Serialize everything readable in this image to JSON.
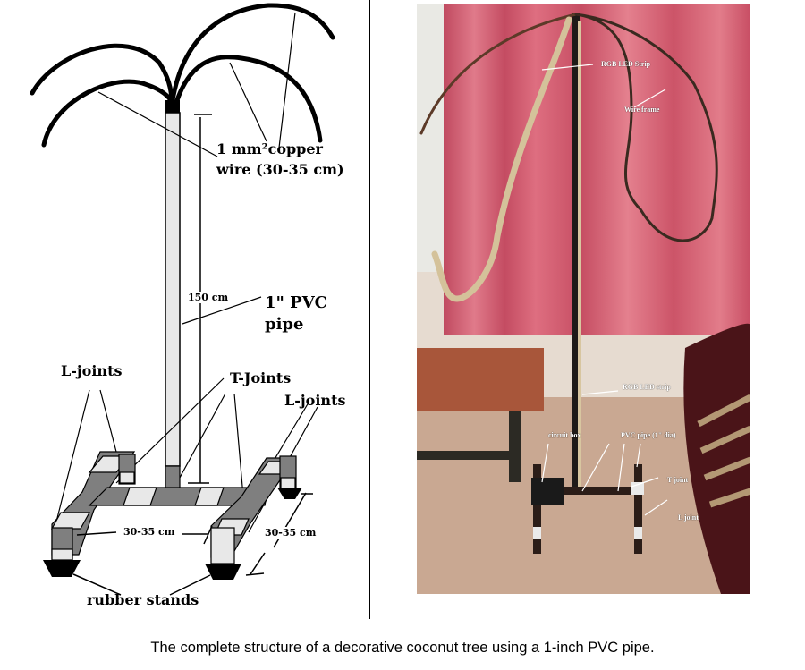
{
  "diagram": {
    "labels": {
      "copper_wire_line1": "1 mm²copper",
      "copper_wire_line2": "wire (30-35 cm)",
      "height": "150 cm",
      "pvc_line1": "1\" PVC",
      "pvc_line2": "pipe",
      "l_joints_left": "L-joints",
      "t_joints": "T-Joints",
      "l_joints_right": "L-joints",
      "width_front": "30-35 cm",
      "width_side": "30-35 cm",
      "rubber_stands": "rubber stands"
    },
    "colors": {
      "pipe_light": "#e8e8e8",
      "joint_dark": "#7f7f7f",
      "stand": "#000000"
    }
  },
  "photo": {
    "labels": {
      "rgb_top": "RGB LED Strip",
      "wire_frame": "Wire frame",
      "rgb_bottom": "RGB LED strip",
      "circuit_box": "circuit box",
      "pvc_pipe": "PVC pipe (1\" dia)",
      "t_joint": "T joint",
      "l_joint": "L joint"
    },
    "colors": {
      "curtain": "#d2566c",
      "floor": "#c8a48c",
      "wall": "#e8ddd3"
    }
  },
  "caption": "The complete structure of a decorative coconut tree using a 1-inch PVC pipe."
}
